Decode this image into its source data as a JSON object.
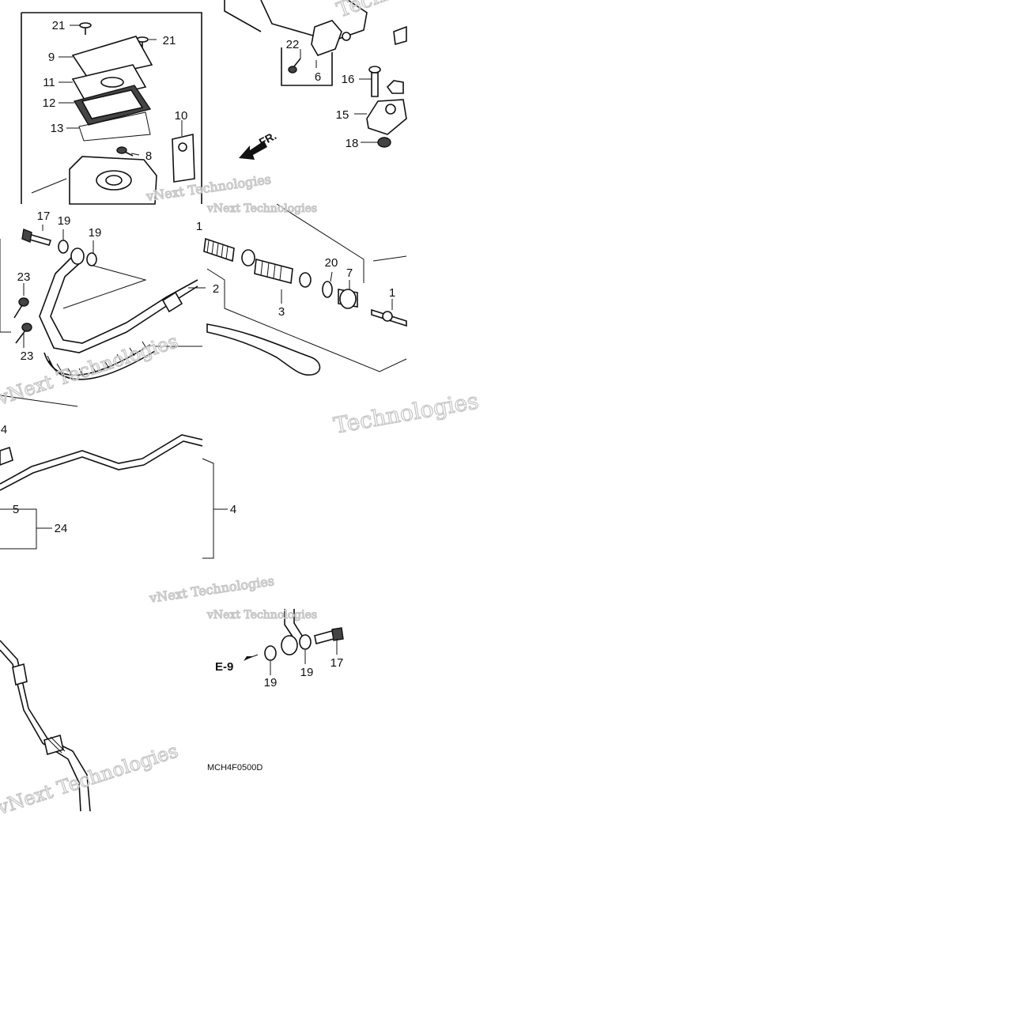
{
  "diagram": {
    "code": "MCH4F0500D",
    "ref_label": "E-9",
    "front_label": "FR.",
    "watermarks": [
      "Technologies",
      "vNext Technologies",
      "vNext Technologies",
      "Technologies",
      "vNext Technologies",
      "vNext Technologies",
      "vNext Technologies",
      "vNext Technologies"
    ],
    "callouts": [
      "21",
      "21",
      "9",
      "11",
      "12",
      "13",
      "10",
      "8",
      "22",
      "6",
      "16",
      "15",
      "18",
      "17",
      "19",
      "19",
      "1",
      "23",
      "23",
      "2",
      "20",
      "7",
      "3",
      "1",
      "4",
      "5",
      "24",
      "4",
      "19",
      "19",
      "17"
    ]
  }
}
